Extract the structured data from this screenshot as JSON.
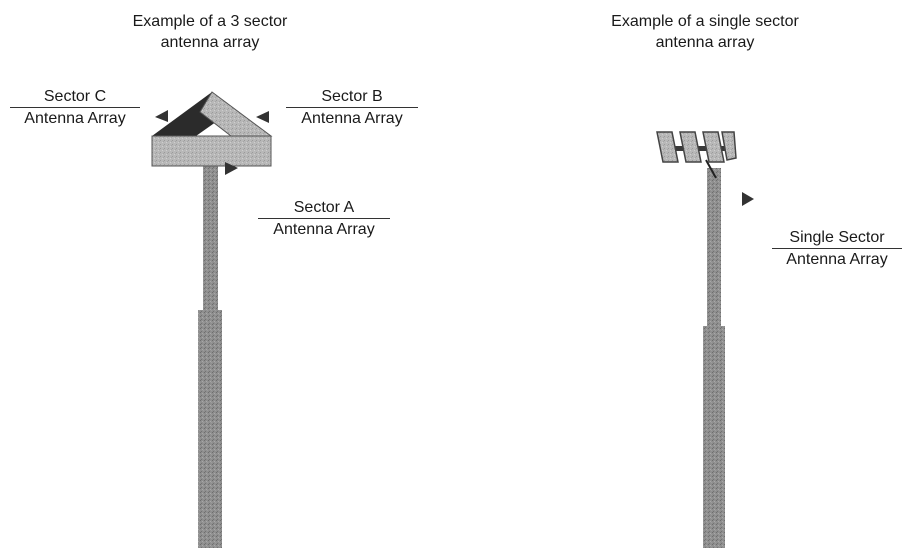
{
  "left_example": {
    "caption_line1": "Example of a 3 sector",
    "caption_line2": "antenna array",
    "labels": {
      "sector_c": {
        "line1": "Sector C",
        "line2": "Antenna Array"
      },
      "sector_b": {
        "line1": "Sector B",
        "line2": "Antenna Array"
      },
      "sector_a": {
        "line1": "Sector A",
        "line2": "Antenna Array"
      }
    }
  },
  "right_example": {
    "caption_line1": "Example of a single sector",
    "caption_line2": "antenna array",
    "labels": {
      "single": {
        "line1": "Single Sector",
        "line2": "Antenna Array"
      }
    }
  },
  "colors": {
    "mast": "#8c8c8c",
    "panel_light": "#b4b4b4",
    "panel_dark": "#2b2b2b",
    "arrow": "#333333"
  }
}
